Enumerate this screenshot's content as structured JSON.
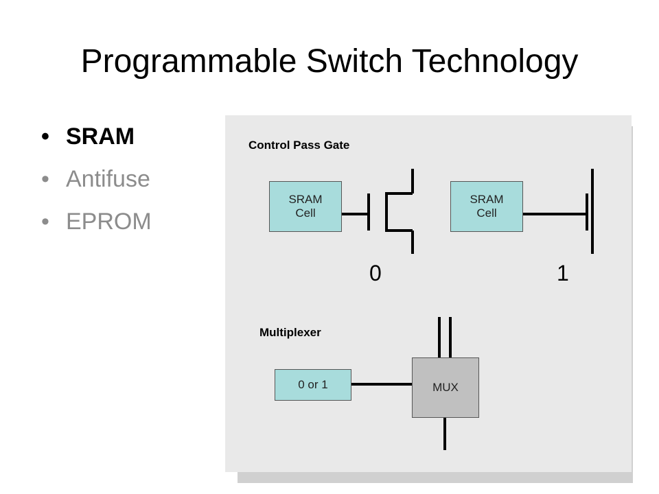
{
  "title": "Programmable Switch Technology",
  "bullets": [
    {
      "text": "SRAM",
      "active": true
    },
    {
      "text": "Antifuse",
      "active": false
    },
    {
      "text": "EPROM",
      "active": false
    }
  ],
  "diagram": {
    "pass_gate_label": "Control Pass Gate",
    "cell_left": {
      "line1": "SRAM",
      "line2": "Cell"
    },
    "cell_right": {
      "line1": "SRAM",
      "line2": "Cell"
    },
    "state_left": "0",
    "state_right": "1",
    "multiplexer_label": "Multiplexer",
    "mux_input": "0 or 1",
    "mux_box": "MUX"
  },
  "colors": {
    "panel": "#e9e9e9",
    "cell_fill": "#a8dcdc",
    "mux_fill": "#c0c0c0",
    "inactive_text": "#8c8c8c"
  }
}
